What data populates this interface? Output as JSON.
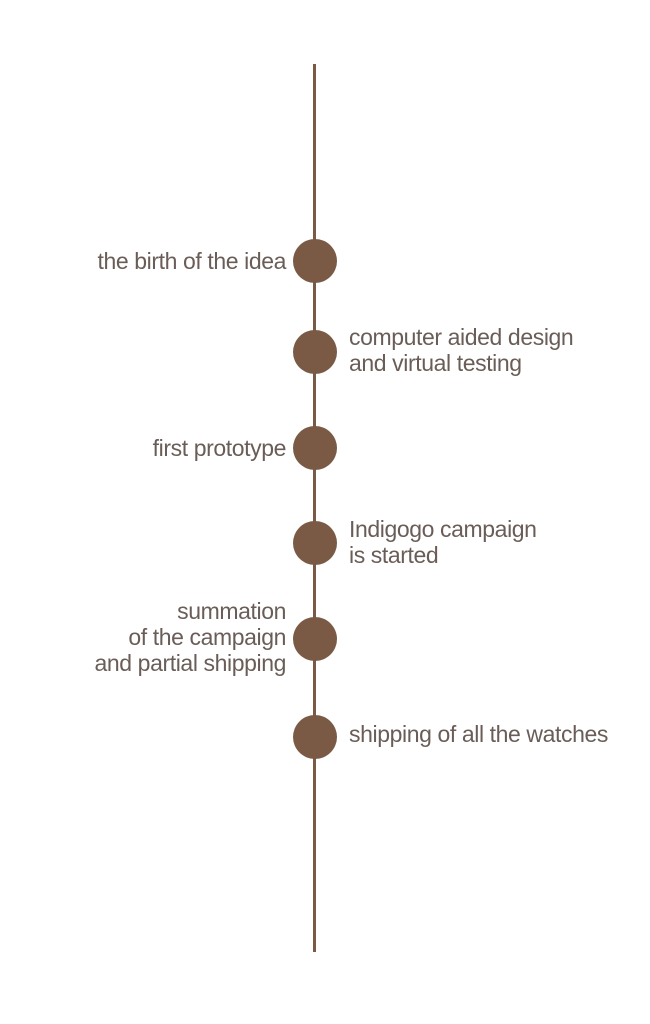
{
  "timeline": {
    "accent_color": "#7a5a45",
    "events": [
      {
        "side": "left",
        "lines": [
          "the birth of the idea"
        ]
      },
      {
        "side": "right",
        "lines": [
          "computer aided design",
          "and virtual testing"
        ]
      },
      {
        "side": "left",
        "lines": [
          "first prototype"
        ]
      },
      {
        "side": "right",
        "lines": [
          "Indigogo campaign",
          "is started"
        ]
      },
      {
        "side": "left",
        "lines": [
          "summation",
          "of the campaign",
          "and partial shipping"
        ]
      },
      {
        "side": "right",
        "lines": [
          "shipping of all the watches"
        ]
      }
    ]
  }
}
